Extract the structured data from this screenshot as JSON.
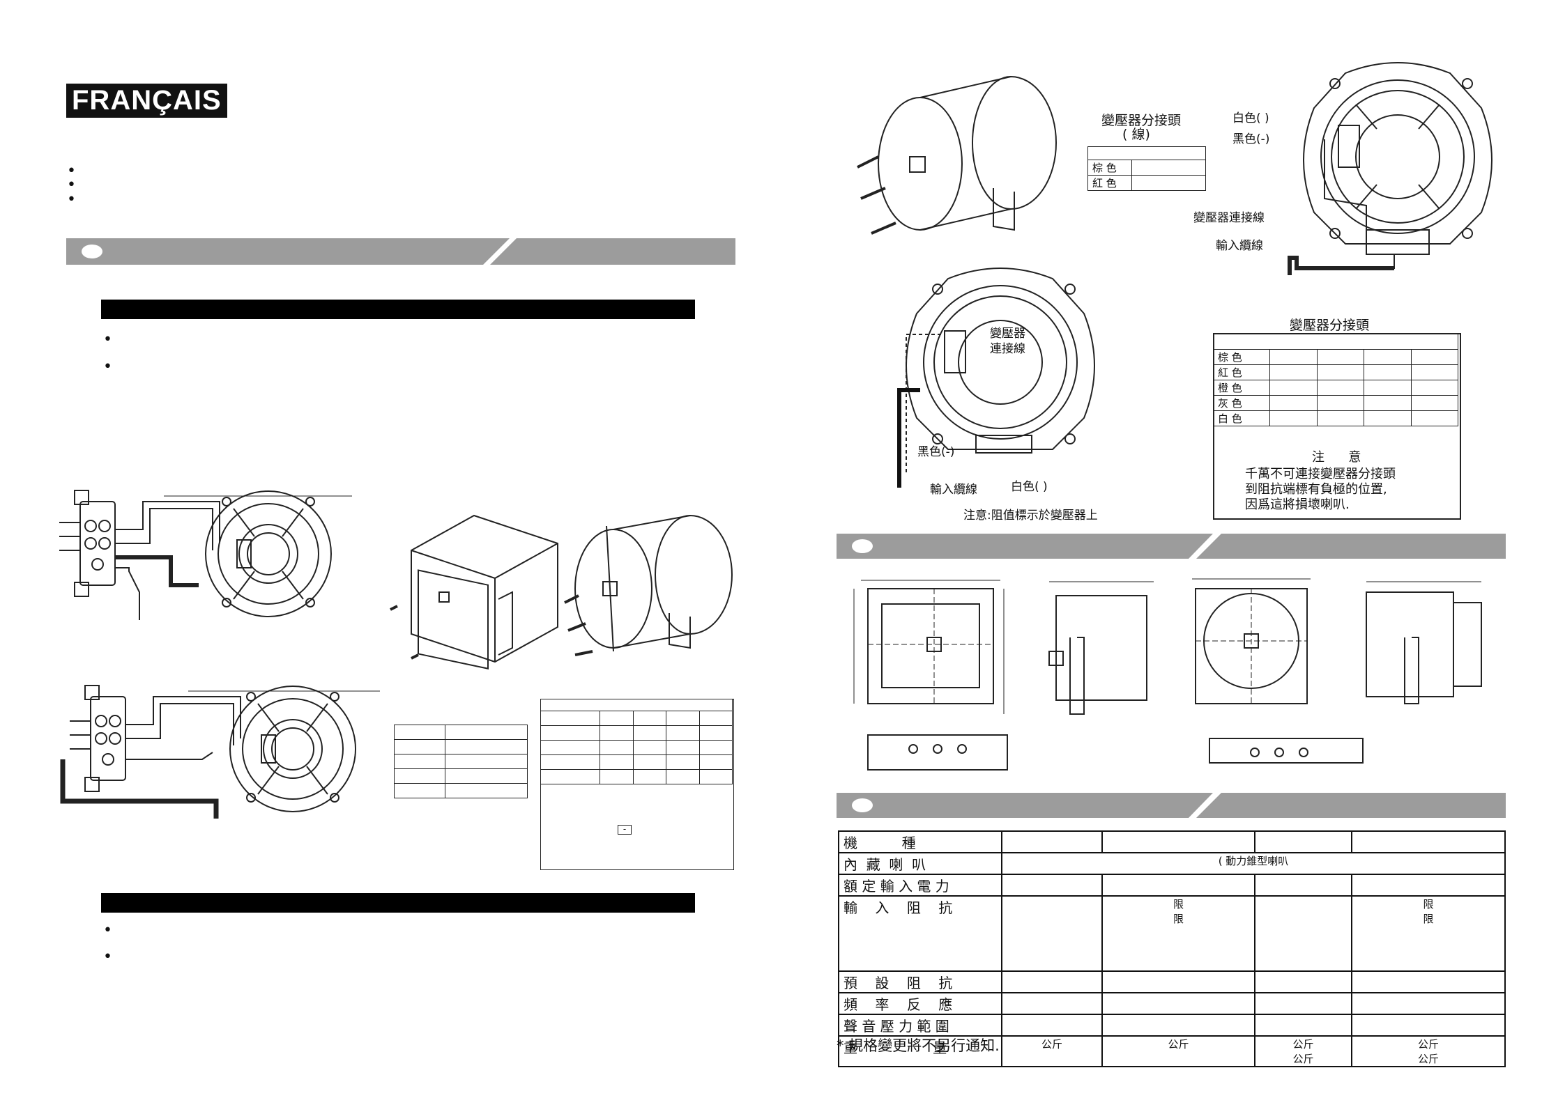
{
  "left_page": {
    "language_badge": "FRANÇAIS",
    "bullets_top": [
      "•",
      "•",
      "•"
    ],
    "section_bars": [
      "",
      ""
    ],
    "bullets_section1": [
      "•",
      "•"
    ],
    "bullets_section2": [
      "•",
      "•"
    ],
    "table_small_marker": "-"
  },
  "right_page": {
    "transformer_tap_title": "變壓器分接頭",
    "transformer_tap_sub": "(      線)",
    "tap_rows_a": [
      "棕 色",
      "紅 色"
    ],
    "wire_white": "白色(  )",
    "wire_black": "黑色(-)",
    "transformer_link_line": "變壓器連接線",
    "input_cable": "輸入纜線",
    "transformer_link_label": "變壓器\n連接線",
    "black_label": "黑色(-)",
    "white_label": "白色(  )",
    "input_cable_2": "輸入纜線",
    "note_impedance": "注意:阻值標示於變壓器上",
    "tap_table_title": "變壓器分接頭",
    "tap_rows_b": [
      "棕 色",
      "紅 色",
      "橙 色",
      "灰 色",
      "白 色"
    ],
    "caution_title": "注      意",
    "caution_lines": [
      "千萬不可連接變壓器分接頭",
      "到阻抗端標有負極的位置,",
      "因爲這將損壞喇叭."
    ],
    "spec_table": {
      "rows": [
        {
          "label": "機          種",
          "cells": [
            "",
            "",
            "",
            ""
          ]
        },
        {
          "label": "內  藏  喇  叭",
          "cells": [
            "(      動力錐型喇叭",
            "",
            "",
            ""
          ]
        },
        {
          "label": "額 定 輸 入 電 力",
          "cells": [
            "",
            "",
            "",
            ""
          ]
        },
        {
          "label": "輸    入    阻    抗",
          "cells": [
            "",
            "限\n限",
            "",
            "限\n限"
          ]
        },
        {
          "label": "預    設    阻    抗",
          "cells": [
            "",
            "",
            "",
            ""
          ]
        },
        {
          "label": "頻    率    反    應",
          "cells": [
            "",
            "",
            "",
            ""
          ]
        },
        {
          "label": "聲 音 壓 力 範 圍",
          "cells": [
            "",
            "",
            "",
            ""
          ]
        },
        {
          "label": "重                 量",
          "cells": [
            "公斤",
            "公斤",
            "公斤\n公斤",
            "公斤\n公斤"
          ]
        }
      ]
    },
    "footnote": "* 規格變更將不另行通知."
  }
}
